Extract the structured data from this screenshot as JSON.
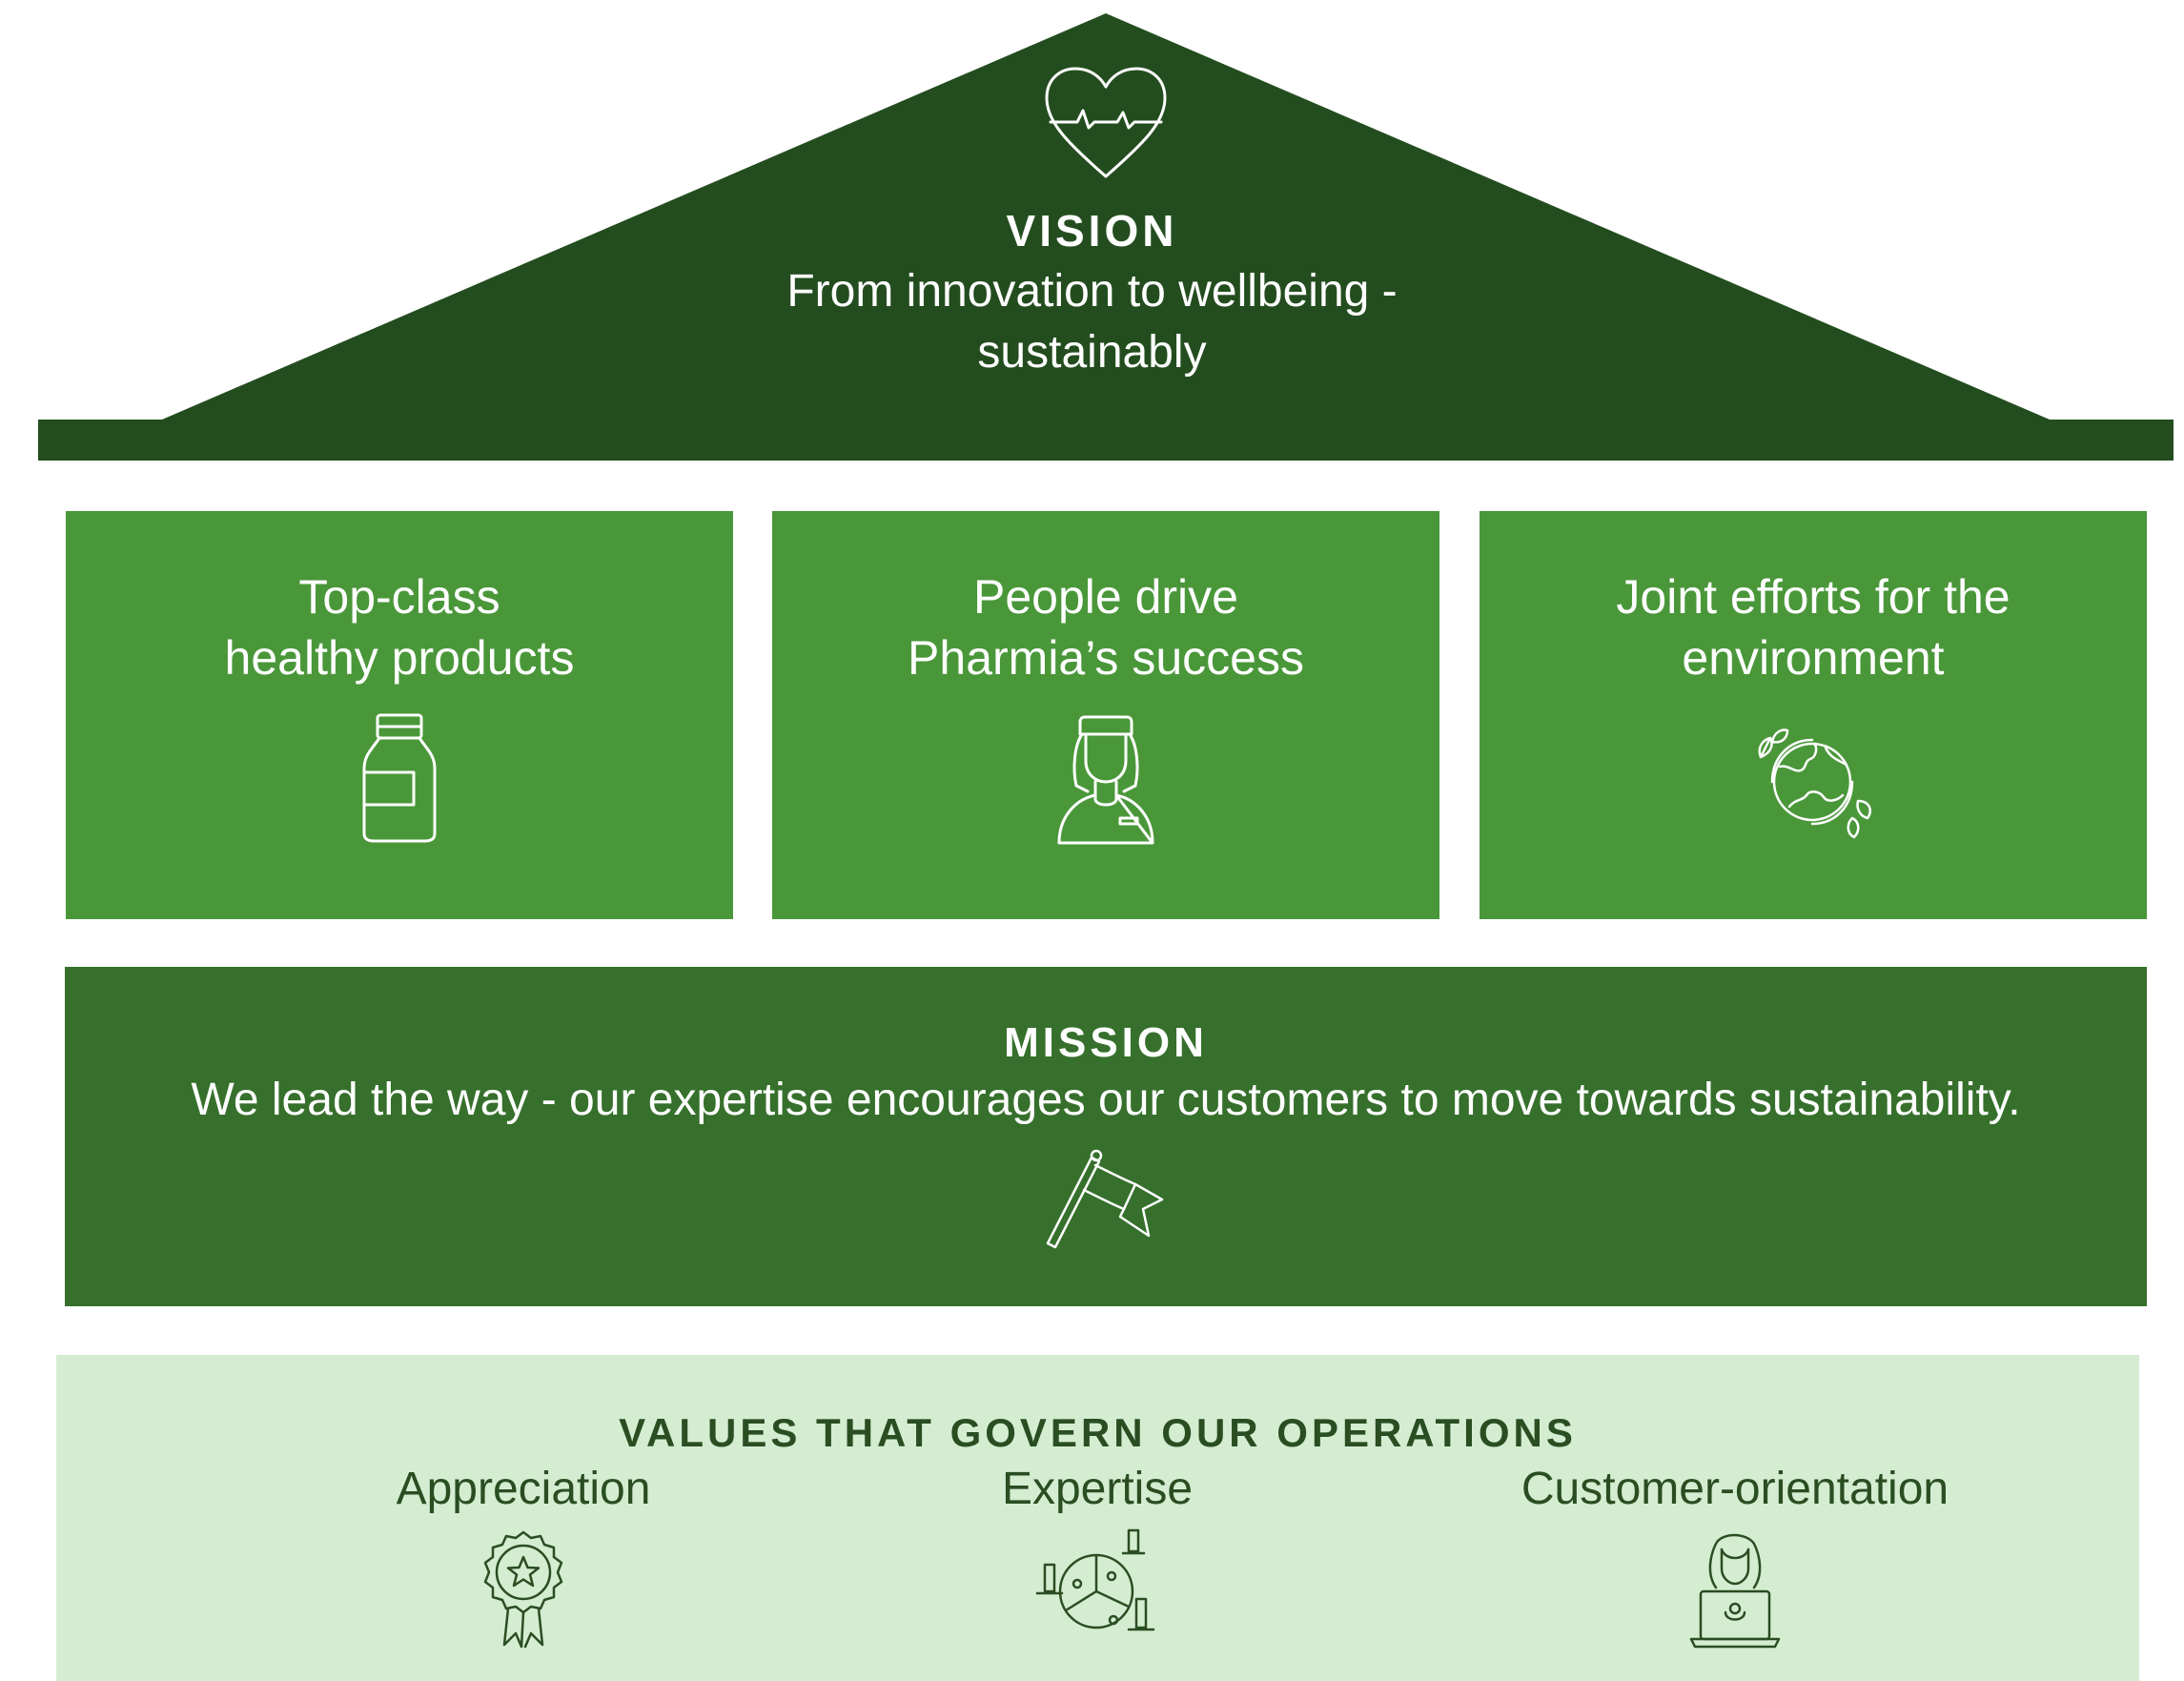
{
  "vision": {
    "heading": "VISION",
    "line1": "From innovation to wellbeing -",
    "line2": "sustainably",
    "icon": "heart-pulse-icon"
  },
  "pillars": [
    {
      "line1": "Top-class",
      "line2": "healthy products",
      "icon": "supplement-bottle-icon"
    },
    {
      "line1": "People drive",
      "line2": "Pharmia’s success",
      "icon": "pharmacist-icon"
    },
    {
      "line1": "Joint efforts for the",
      "line2": "environment",
      "icon": "globe-leaves-icon"
    }
  ],
  "mission": {
    "heading": "MISSION",
    "text": "We lead the way - our expertise encourages our customers to move towards sustainability.",
    "icon": "flag-icon"
  },
  "values": {
    "heading": "VALUES THAT GOVERN OUR OPERATIONS",
    "items": [
      {
        "label": "Appreciation",
        "icon": "award-star-icon"
      },
      {
        "label": "Expertise",
        "icon": "chart-analytics-icon"
      },
      {
        "label": "Customer-orientation",
        "icon": "customer-laptop-icon"
      }
    ]
  },
  "colors": {
    "roof": "#244d1f",
    "pillar": "#4a973a",
    "mission": "#36702c",
    "values_bg": "#d4edd1",
    "values_text": "#2a4d22"
  }
}
